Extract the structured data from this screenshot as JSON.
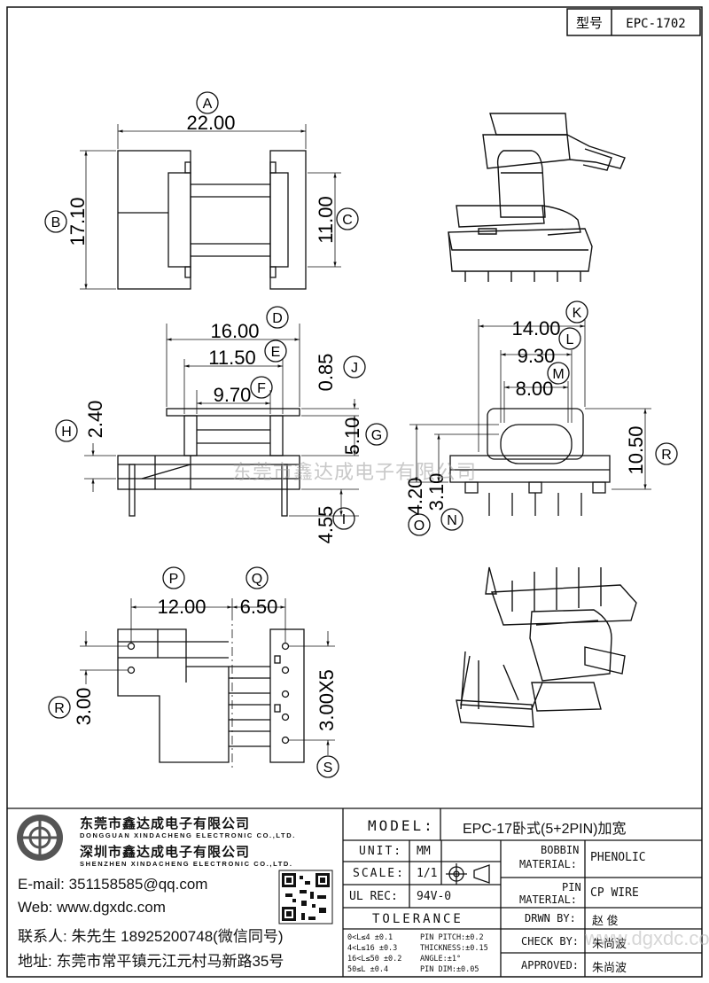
{
  "header": {
    "type_label": "型号",
    "type_value": "EPC-1702"
  },
  "dimensions": {
    "A": {
      "label": "A",
      "value": "22.00"
    },
    "B": {
      "label": "B",
      "value": "17.10"
    },
    "C": {
      "label": "C",
      "value": "11.00"
    },
    "D": {
      "label": "D",
      "value": "16.00"
    },
    "E": {
      "label": "E",
      "value": "11.50"
    },
    "F": {
      "label": "F",
      "value": "9.70"
    },
    "J": {
      "label": "J",
      "value": "0.85"
    },
    "G": {
      "label": "G",
      "value": "5.10"
    },
    "H": {
      "label": "H",
      "value": "2.40"
    },
    "I": {
      "label": "I",
      "value": "4.55"
    },
    "K": {
      "label": "K",
      "value": "14.00"
    },
    "L": {
      "label": "L",
      "value": "9.30"
    },
    "M": {
      "label": "M",
      "value": "8.00"
    },
    "R1": {
      "label": "R",
      "value": "10.50"
    },
    "O": {
      "label": "O",
      "value": "4.20"
    },
    "N": {
      "label": "N",
      "value": "3.10"
    },
    "P": {
      "label": "P",
      "value": "12.00"
    },
    "Q": {
      "label": "Q",
      "value": "6.50"
    },
    "R2": {
      "label": "R",
      "value": "3.00"
    },
    "S": {
      "label": "S",
      "value": "3.00X5"
    }
  },
  "watermark": "东莞市鑫达成电子有限公司",
  "company": {
    "name_cn_1": "东莞市鑫达成电子有限公司",
    "name_en_1": "DONGGUAN XINDACHENG ELECTRONIC CO.,LTD.",
    "name_cn_2": "深圳市鑫达成电子有限公司",
    "name_en_2": "SHENZHEN XINDACHENG ELECTRONIC CO.,LTD.",
    "email": "E-mail: 351158585@qq.com",
    "web": "Web: www.dgxdc.com",
    "contact": "联系人: 朱先生 18925200748(微信同号)",
    "address": "地址: 东莞市常平镇元江元村马新路35号"
  },
  "title_block": {
    "model_label": "MODEL:",
    "model_value": "EPC-17卧式(5+2PIN)加宽",
    "unit_label": "UNIT:",
    "unit_value": "MM",
    "scale_label": "SCALE:",
    "scale_value": "1/1",
    "ulrec_label": "UL REC:",
    "ulrec_value": "94V-0",
    "bobbin_label_1": "BOBBIN",
    "bobbin_label_2": "MATERIAL:",
    "bobbin_value": "PHENOLIC",
    "pin_label_1": "PIN",
    "pin_label_2": "MATERIAL:",
    "pin_value": "CP WIRE",
    "drwn_label": "DRWN BY:",
    "drwn_value": "赵 俊",
    "check_label": "CHECK BY:",
    "check_value": "朱尚波",
    "approved_label": "APPROVED:",
    "approved_value": "朱尚波",
    "tolerance_label": "TOLERANCE",
    "tolerances": [
      "0<L≤4    ±0.1",
      "4<L≤16   ±0.3",
      "16<L≤50  ±0.2",
      "50≤L     ±0.4"
    ],
    "tolerances_right": [
      "PIN PITCH:±0.2",
      "THICKNESS:±0.15",
      "ANGLE:±1°",
      "PIN DIM:±0.05"
    ],
    "footer_watermark": "www.dgxdc.com"
  }
}
